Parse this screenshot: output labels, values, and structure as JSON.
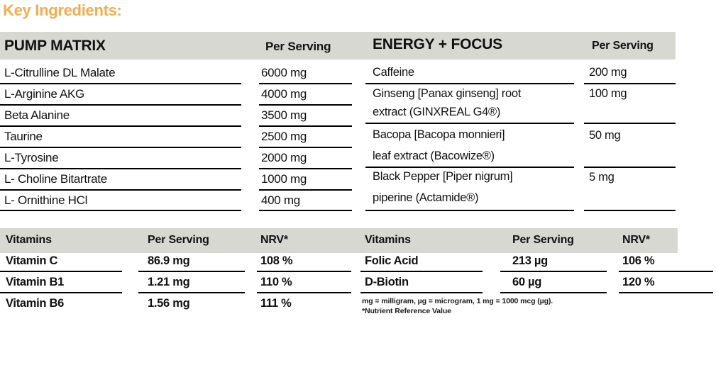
{
  "title": "Key Ingredients:",
  "accent_color": "#f4ad4e",
  "header_band_color": "#d8d8d3",
  "pump_matrix": {
    "header": {
      "name": "PUMP MATRIX",
      "amount": "Per Serving"
    },
    "rows": [
      {
        "name": "L-Citrulline DL Malate",
        "amount": "6000 mg"
      },
      {
        "name": "L-Arginine AKG",
        "amount": "4000 mg"
      },
      {
        "name": "Beta Alanine",
        "amount": "3500 mg"
      },
      {
        "name": "Taurine",
        "amount": "2500 mg"
      },
      {
        "name": "L-Tyrosine",
        "amount": "2000 mg"
      },
      {
        "name": "L- Choline Bitartrate",
        "amount": "1000 mg"
      },
      {
        "name": "L- Ornithine HCl",
        "amount": "400 mg"
      }
    ]
  },
  "energy_focus": {
    "header": {
      "name": "ENERGY + FOCUS",
      "amount": "Per Serving"
    },
    "rows": [
      {
        "line1": "Caffeine",
        "line2": "",
        "amount": "200 mg"
      },
      {
        "line1": "Ginseng [Panax ginseng] root",
        "line2": "extract (GINXREAL G4®)",
        "amount": "100 mg"
      },
      {
        "line1": "Bacopa [Bacopa monnieri]",
        "line2": "leaf extract  (Bacowize®)",
        "amount": "50 mg"
      },
      {
        "line1": "Black Pepper [Piper nigrum]",
        "line2": "piperine (Actamide®)",
        "amount": "5 mg"
      }
    ]
  },
  "vitamins_left": {
    "header": {
      "name": "Vitamins",
      "amount": "Per Serving",
      "nrv": "NRV*"
    },
    "rows": [
      {
        "name": "Vitamin C",
        "amount": "86.9 mg",
        "nrv": "108 %"
      },
      {
        "name": "Vitamin B1",
        "amount": "1.21 mg",
        "nrv": "110 %"
      },
      {
        "name": "Vitamin B6",
        "amount": "1.56 mg",
        "nrv": "111 %"
      }
    ]
  },
  "vitamins_right": {
    "header": {
      "name": "Vitamins",
      "amount": "Per Serving",
      "nrv": "NRV*"
    },
    "rows": [
      {
        "name": "Folic Acid",
        "amount": "213 µg",
        "nrv": "106 %"
      },
      {
        "name": "D-Biotin",
        "amount": "60 µg",
        "nrv": "120 %"
      }
    ]
  },
  "footnote": {
    "line1": "mg = milligram, µg = microgram, 1 mg = 1000 mcg (µg).",
    "line2": "*Nutrient Reference Value"
  }
}
